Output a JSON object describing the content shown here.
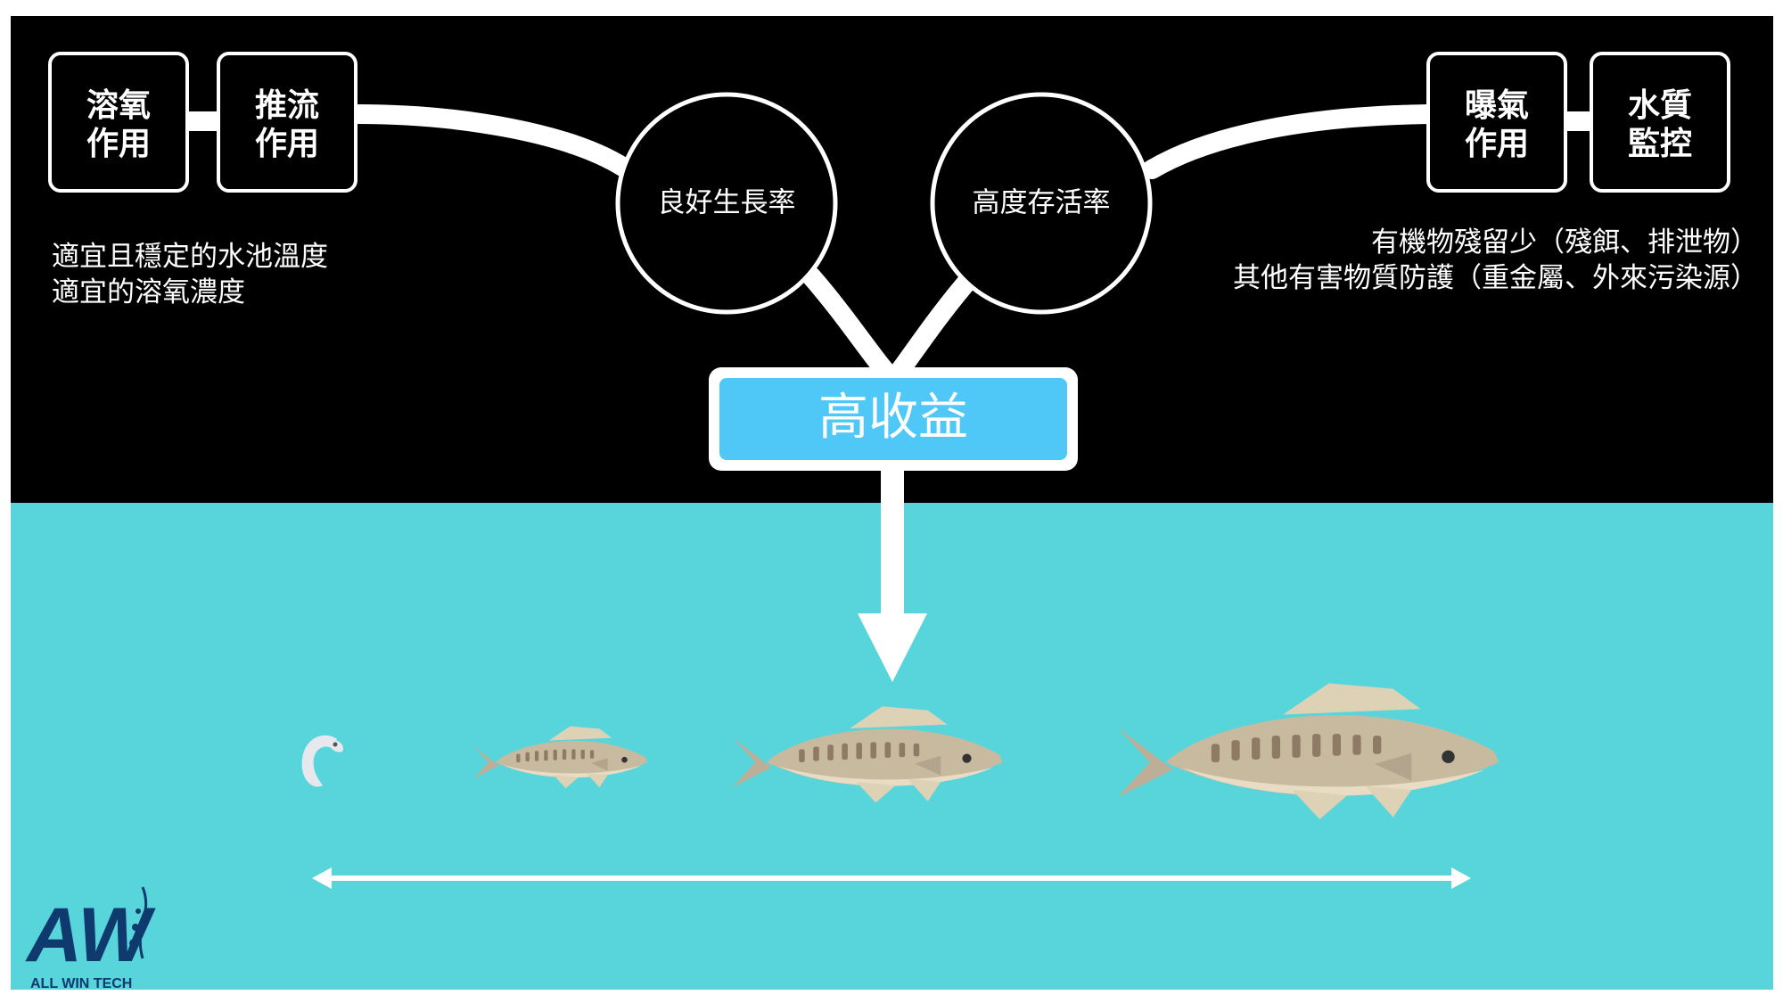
{
  "left_boxes": [
    {
      "line1": "溶氧",
      "line2": "作用"
    },
    {
      "line1": "推流",
      "line2": "作用"
    }
  ],
  "right_boxes": [
    {
      "line1": "曝氣",
      "line2": "作用"
    },
    {
      "line1": "水質",
      "line2": "監控"
    }
  ],
  "circles": {
    "growth": "良好生長率",
    "survival": "高度存活率"
  },
  "left_notes": [
    "適宜且穩定的水池溫度",
    "適宜的溶氧濃度"
  ],
  "right_notes": [
    "有機物殘留少（殘餌、排泄物）",
    "其他有害物質防護（重金屬、外來污染源）"
  ],
  "result": "高收益",
  "logo": {
    "text": "ALL WIN TECH",
    "mark": "AW"
  },
  "colors": {
    "top_background": "#000000",
    "water": "#58d5db",
    "result_box": "#4fc8f8",
    "fish_body": "#cbbfa8",
    "fish_stripe": "#8f7a66",
    "logo": "#0e3a6e"
  }
}
